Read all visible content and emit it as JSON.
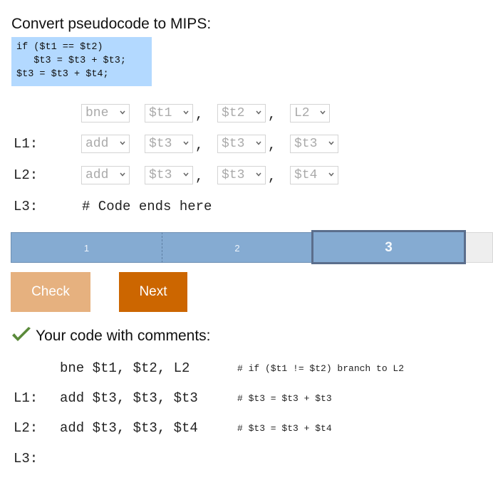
{
  "title": "Convert pseudocode to MIPS:",
  "pseudocode": {
    "lines": [
      "if ($t1 == $t2)",
      "   $t3 = $t3 + $t3;",
      "$t3 = $t3 + $t4;"
    ]
  },
  "code_rows": [
    {
      "label": "",
      "op": "bne",
      "arg1": "$t1",
      "arg2": "$t2",
      "arg3": "L2"
    },
    {
      "label": "L1:",
      "op": "add",
      "arg1": "$t3",
      "arg2": "$t3",
      "arg3": "$t3"
    },
    {
      "label": "L2:",
      "op": "add",
      "arg1": "$t3",
      "arg2": "$t3",
      "arg3": "$t4"
    }
  ],
  "comma": ",",
  "end_row": {
    "label": "L3:",
    "comment": "# Code ends here"
  },
  "progress": {
    "steps": [
      "1",
      "2",
      "3"
    ],
    "current": 3
  },
  "buttons": {
    "check": "Check",
    "next": "Next"
  },
  "result": {
    "heading": "Your code with comments:",
    "rows": [
      {
        "label": "",
        "instr": "bne $t1, $t2, L2",
        "comment": "# if ($t1 != $t2) branch to L2"
      },
      {
        "label": "L1:",
        "instr": "add $t3, $t3, $t3",
        "comment": "# $t3 = $t3 + $t3"
      },
      {
        "label": "L2:",
        "instr": "add $t3, $t3, $t4",
        "comment": "# $t3 = $t3 + $t4"
      },
      {
        "label": "L3:",
        "instr": "",
        "comment": ""
      }
    ]
  },
  "icons": {
    "select_arrow": "chevron-down-icon",
    "success": "checkmark-icon"
  },
  "colors": {
    "pseudocode_bg": "#b3d9ff",
    "progress_fill": "#85abd2",
    "check_button": "#e6b17f",
    "next_button": "#cc6600",
    "checkmark": "#5a8a3a"
  }
}
